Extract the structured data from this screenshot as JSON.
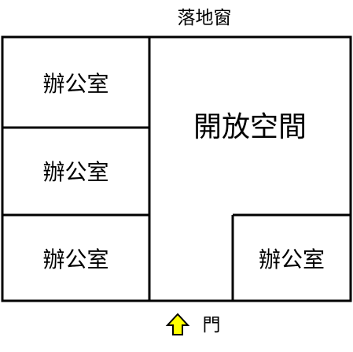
{
  "floor_plan": {
    "window_label": "落地窗",
    "door_label": "門",
    "rooms": [
      {
        "id": "office-1",
        "label": "辦公室"
      },
      {
        "id": "office-2",
        "label": "辦公室"
      },
      {
        "id": "office-3",
        "label": "辦公室"
      },
      {
        "id": "open-space",
        "label": "開放空間"
      },
      {
        "id": "office-4",
        "label": "辦公室"
      }
    ],
    "colors": {
      "wall": "#000000",
      "background": "#ffffff",
      "door_arrow_fill": "#ffff00",
      "door_arrow_stroke": "#000000"
    },
    "icons": {
      "door": "up-arrow-icon"
    }
  }
}
